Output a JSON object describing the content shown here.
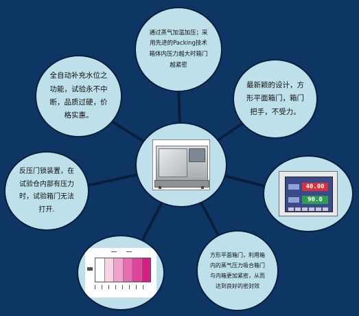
{
  "nodes": {
    "top": "通过蒸气加温加压；采用先进的Packing技术 箱体内压力越大时箱门越紧密",
    "top_left": "全自动补充水位之功能，试验永不中断，品质过硬，价格实惠。",
    "top_right": "最新颖的设计，方形平面箱门，箱门把手，不受力。",
    "left": "反压门锁装置，在试验仓内部有压力时，试验箱门无法打开.",
    "bottom_right": "方形平面箱门，利用箱内的蒸气压力吸合箱门与内箱更加紧密，从而达到良好的密封效"
  },
  "controller": {
    "value_1": "40.00",
    "value_2": "90.0"
  },
  "colors": {
    "background": "#0d3664",
    "node_fill": "#bde0ea",
    "spoke": "#0a1f3a",
    "controller_red": "#d8323a",
    "controller_green": "#2f9e52",
    "swatch_shades": [
      "#ffffff",
      "#f7d3e6",
      "#f0a2cc",
      "#e86db0",
      "#e0449a",
      "#d41f83"
    ]
  }
}
